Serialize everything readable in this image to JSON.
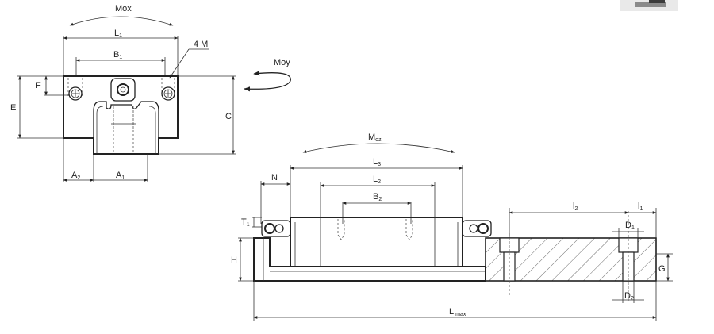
{
  "front_view": {
    "moment_x": "Mox",
    "moment_y": "Moy",
    "length_l1": {
      "base": "L",
      "sub": "1"
    },
    "width_b1": {
      "base": "B",
      "sub": "1"
    },
    "hole_label": "4 M",
    "dim_f": "F",
    "dim_e": "E",
    "dim_c": "C",
    "dim_a2": {
      "base": "A",
      "sub": "2"
    },
    "dim_a1": {
      "base": "A",
      "sub": "1"
    }
  },
  "side_view": {
    "moment_z": {
      "base": "M",
      "sub": "oz"
    },
    "length_l3": {
      "base": "L",
      "sub": "3"
    },
    "length_l2": {
      "base": "L",
      "sub": "2"
    },
    "width_b2": {
      "base": "B",
      "sub": "2"
    },
    "dim_n": "N",
    "dim_t1": {
      "base": "T",
      "sub": "1"
    },
    "dim_h": "H",
    "dim_l_max": {
      "base": "L",
      "sub": "max"
    }
  },
  "rail_view": {
    "dim_l2_rail": {
      "base": "l",
      "sub": "2"
    },
    "dim_l1_rail": {
      "base": "l",
      "sub": "1"
    },
    "dim_d1": {
      "base": "D",
      "sub": "1"
    },
    "dim_d2": {
      "base": "D",
      "sub": "2"
    },
    "dim_g": "G"
  }
}
